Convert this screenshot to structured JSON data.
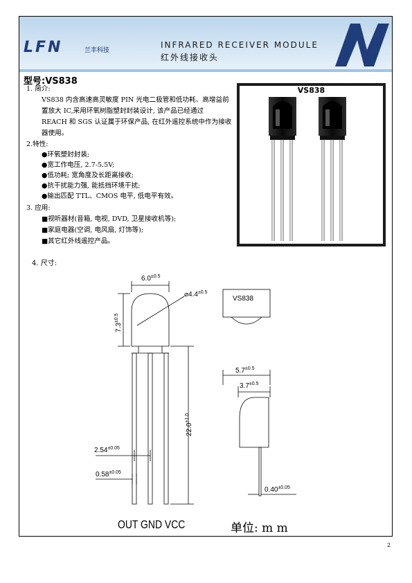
{
  "header": {
    "logo": "LFN",
    "logo_cn": "兰丰科技",
    "title_en": "INFRARED RECEIVER MODULE",
    "title_cn": "红外线接收头"
  },
  "model": "型号:VS838",
  "intro": {
    "heading": "1. 简介:",
    "lines": [
      "VS838 内含高速高灵敏度 PIN 光电二极管和低功耗、高增益前",
      "置放大 IC,采用环氧树脂塑封封装设计, 该产品已经通过",
      "REACH 和 SGS 认证属于环保产品, 在红外遥控系统中作为接收",
      "器使用。"
    ]
  },
  "features": {
    "heading": "2.特性:",
    "items": [
      "●环氧塑封封装;",
      "●宽工作电压, 2.7-5.5V;",
      "●低功耗; 宽角度及长距离接收;",
      "●抗干扰能力强, 能抵挡环境干扰;",
      "●输出匹配 TTL、CMOS 电平, 低电平有效。"
    ]
  },
  "applications": {
    "heading": "3. 应用:",
    "items": [
      "■视听器材(音箱, 电视, DVD, 卫星接收机等);",
      "■家庭电器(空调, 电风扇, 灯饰等);",
      "■其它红外线遥控产品。"
    ]
  },
  "photo_label": "VS838",
  "dimensions": {
    "heading": "4. 尺寸:",
    "width": "6.0",
    "width_tol": "±0.5",
    "height": "7.3",
    "height_tol": "±0.5",
    "dome": "4.4",
    "dome_tol": "±0.5",
    "lead_len": "22.0",
    "lead_tol": "±1.0",
    "pitch": "2.54",
    "pitch_tol": "±0.05",
    "lead_w": "0.58",
    "lead_w_tol": "±0.05",
    "depth": "5.7",
    "depth_tol": "±0.5",
    "body_d": "3.7",
    "body_d_tol": "±0.5",
    "lead_t": "0.40",
    "lead_t_tol": "±0.05",
    "top_label": "VS838",
    "pins": "OUT  GND VCC",
    "unit": "单位: m m"
  },
  "page_number": "2",
  "colors": {
    "header_top": "#bcd6ec",
    "header_bottom": "#e6f0f9",
    "logo": "#1f3d7a",
    "photo_border": "#1c1c1c"
  }
}
